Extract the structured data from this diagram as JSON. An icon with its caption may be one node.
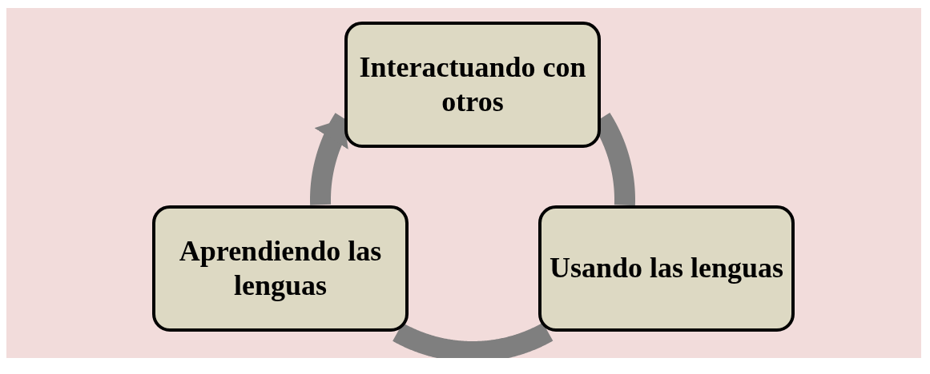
{
  "diagram": {
    "nodes": [
      {
        "text": [
          "Interactuando con otros"
        ]
      },
      {
        "text": [
          "Aprendiendo las lenguas"
        ]
      },
      {
        "text": [
          "Usando las lenguas"
        ]
      }
    ],
    "edges": [
      {
        "from": 1,
        "to": 0,
        "arrow": "to"
      },
      {
        "from": 0,
        "to": 2,
        "arrow": "none"
      },
      {
        "from": 2,
        "to": 1,
        "arrow": "none"
      }
    ]
  }
}
